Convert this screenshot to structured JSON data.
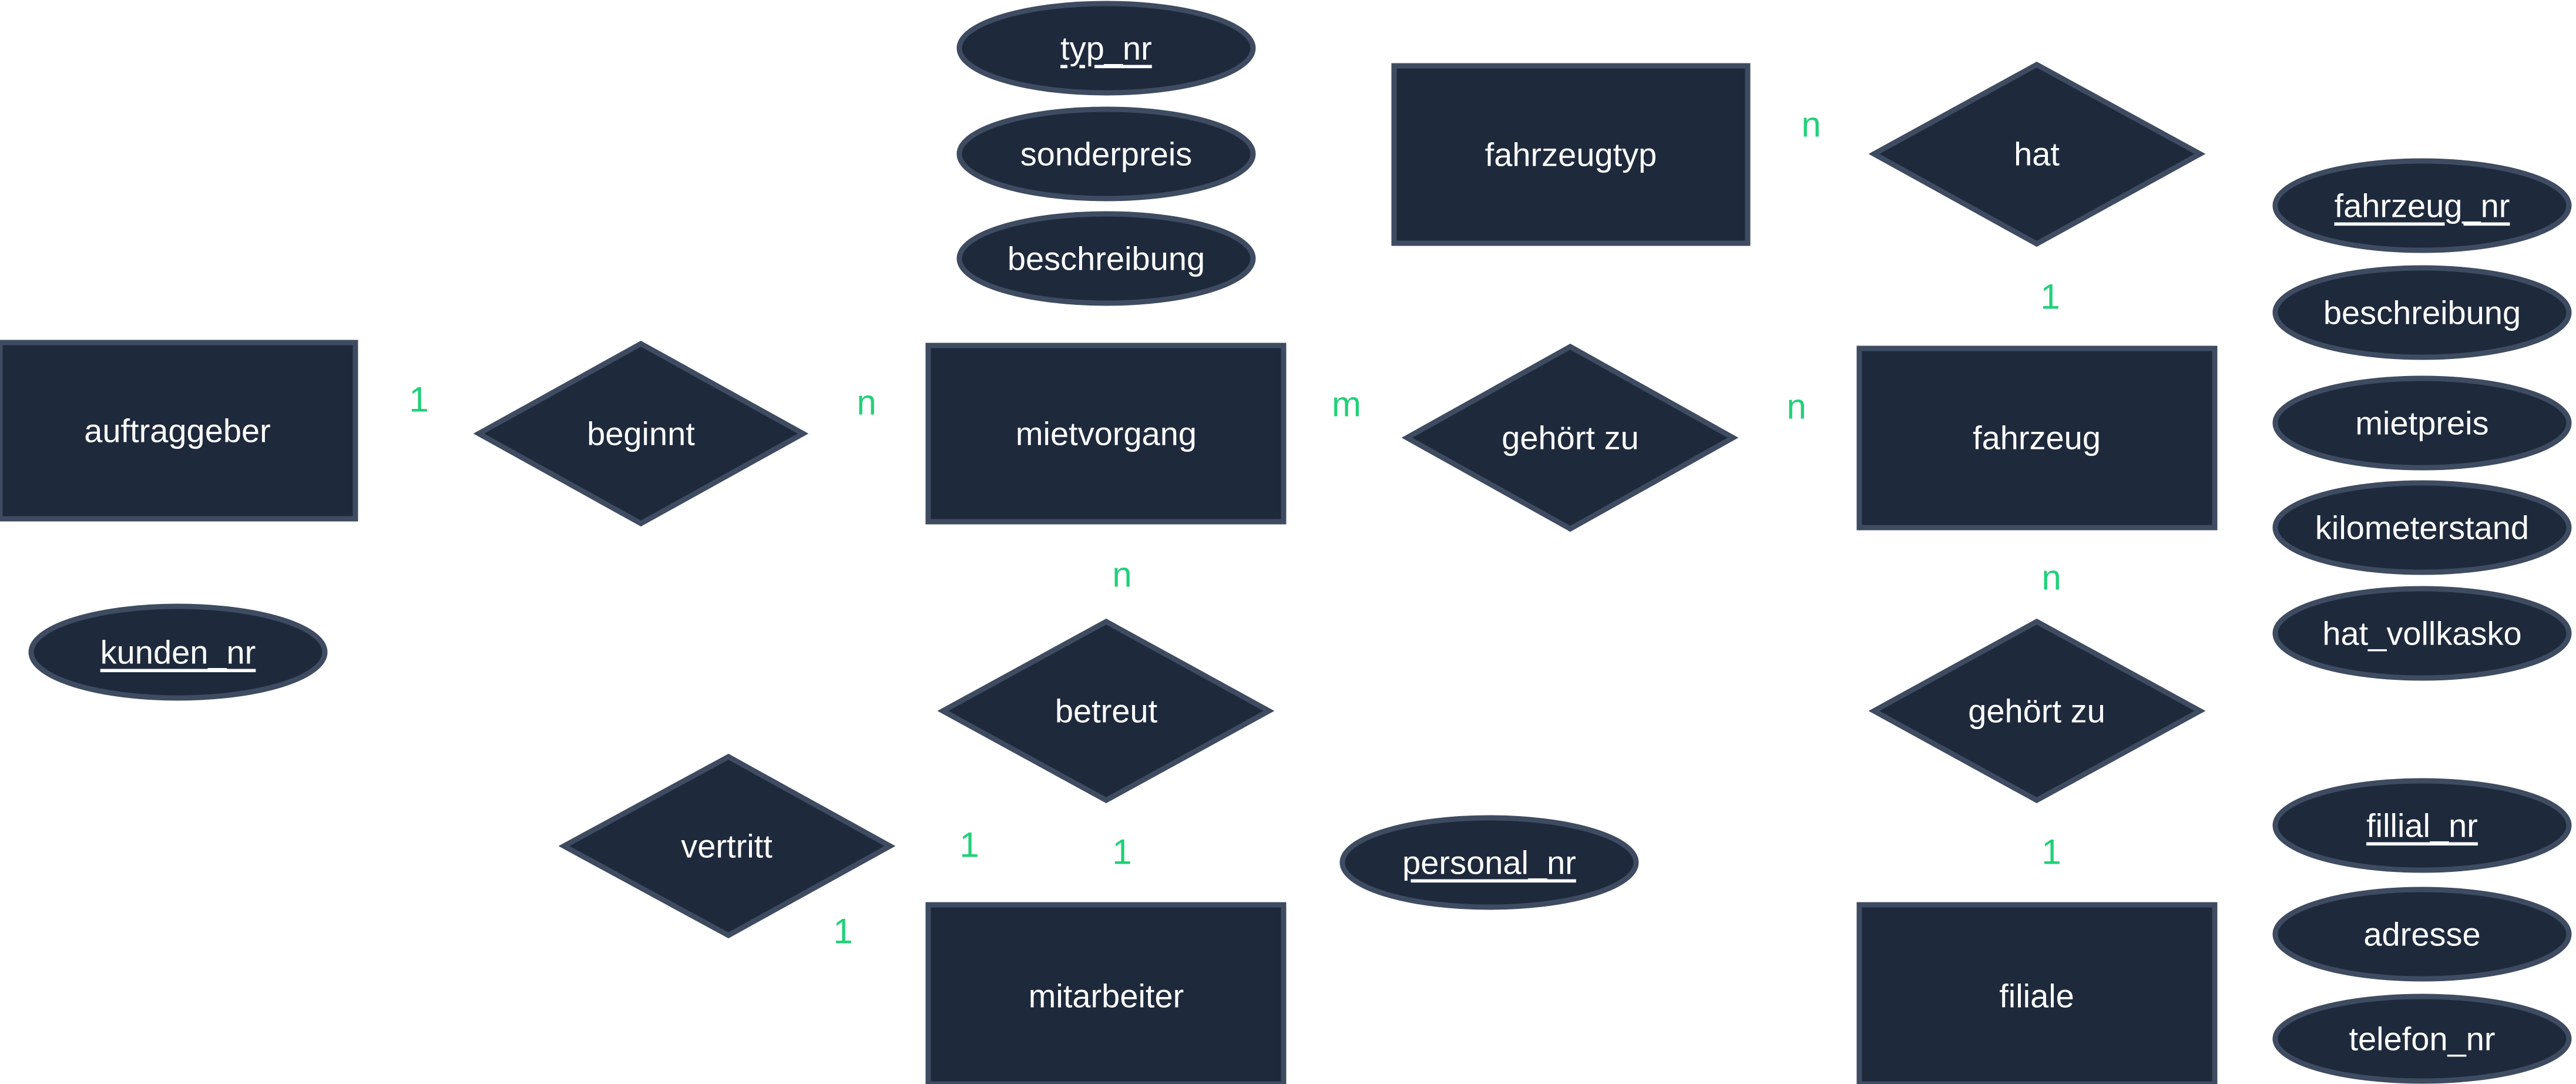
{
  "colors": {
    "shape_fill": "#1e2a3c",
    "shape_border": "#3e4b60",
    "label": "#ffffff",
    "cardinality": "#22d07a",
    "background": "#ffffff"
  },
  "entities": {
    "auftraggeber": "auftraggeber",
    "mietvorgang": "mietvorgang",
    "fahrzeugtyp": "fahrzeugtyp",
    "fahrzeug": "fahrzeug",
    "mitarbeiter": "mitarbeiter",
    "filiale": "filiale"
  },
  "relationships": {
    "beginnt": "beginnt",
    "gehoert_zu_1": "gehört zu",
    "hat": "hat",
    "betreut": "betreut",
    "vertritt": "vertritt",
    "gehoert_zu_2": "gehört zu"
  },
  "attributes": {
    "kunden_nr": "kunden_nr",
    "typ_nr": "typ_nr",
    "sonderpreis": "sonderpreis",
    "beschreibung_typ": "beschreibung",
    "fahrzeug_nr": "fahrzeug_nr",
    "beschreibung_fahrzeug": "beschreibung",
    "mietpreis": "mietpreis",
    "kilometerstand": "kilometerstand",
    "hat_vollkasko": "hat_vollkasko",
    "personal_nr": "personal_nr",
    "fillial_nr": "fillial_nr",
    "adresse": "adresse",
    "telefon_nr": "telefon_nr"
  },
  "cardinalities": {
    "auftraggeber_beginnt": "1",
    "beginnt_mietvorgang": "n",
    "mietvorgang_gehoert": "m",
    "gehoert_fahrzeug": "n",
    "fahrzeugtyp_hat": "n",
    "hat_fahrzeug": "1",
    "mietvorgang_betreut": "n",
    "betreut_mitarbeiter": "1",
    "vertritt_mitarbeiter_top": "1",
    "vertritt_mitarbeiter_bottom": "1",
    "fahrzeug_gehoert": "n",
    "gehoert_filiale": "1"
  }
}
